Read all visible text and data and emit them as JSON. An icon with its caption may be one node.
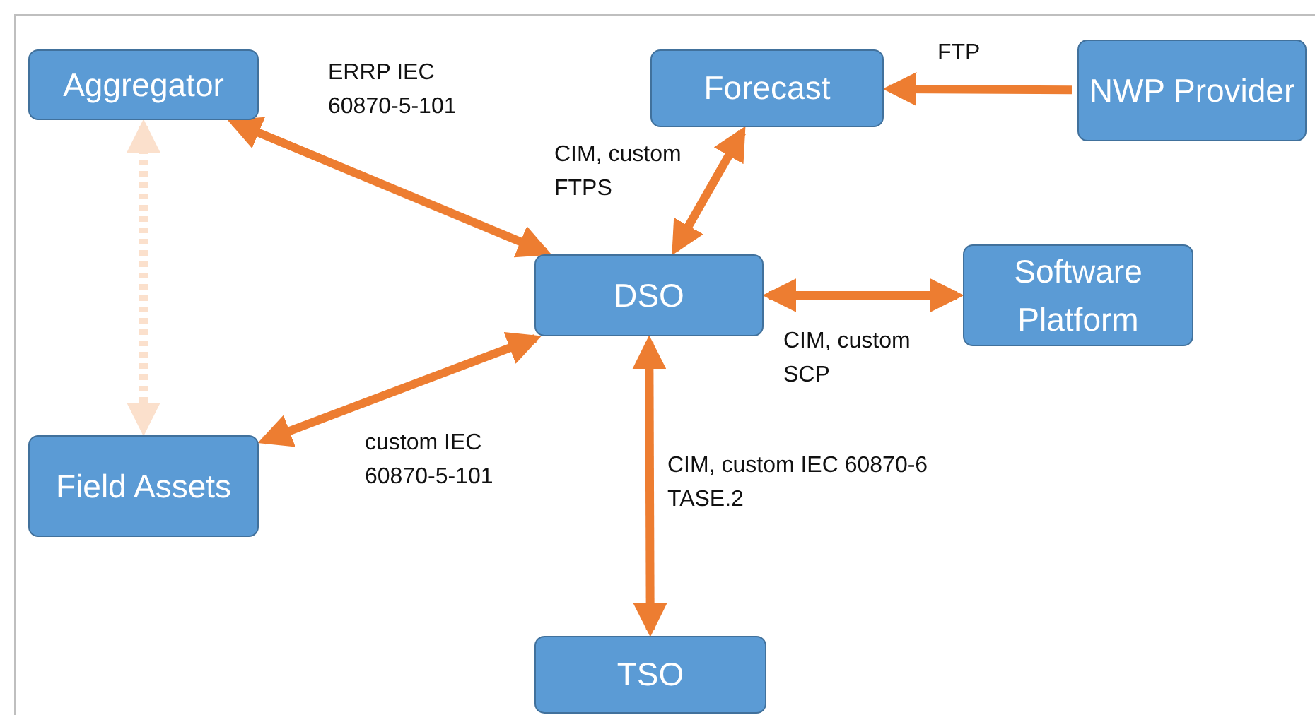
{
  "diagram": {
    "nodes": [
      {
        "text": [
          "Aggregator"
        ]
      },
      {
        "text": [
          "Forecast"
        ]
      },
      {
        "text": [
          "NWP Provider"
        ]
      },
      {
        "text": [
          "DSO"
        ]
      },
      {
        "text": [
          "Software Platform"
        ]
      },
      {
        "text": [
          "Field Assets"
        ]
      },
      {
        "text": [
          "TSO"
        ]
      }
    ],
    "edges": [
      {
        "from": 0,
        "to": 3,
        "arrow": "both",
        "label": "ERRP IEC 60870-5-101"
      },
      {
        "from": 1,
        "to": 3,
        "arrow": "both",
        "label": "CIM, custom FTPS"
      },
      {
        "from": 2,
        "to": 1,
        "arrow": "to",
        "label": "FTP"
      },
      {
        "from": 3,
        "to": 4,
        "arrow": "both",
        "label": "CIM, custom SCP"
      },
      {
        "from": 3,
        "to": 5,
        "arrow": "both",
        "label": "custom IEC 60870-5-101"
      },
      {
        "from": 3,
        "to": 6,
        "arrow": "both",
        "label": "CIM, custom IEC 60870-6 TASE.2"
      },
      {
        "from": 0,
        "to": 5,
        "arrow": "both",
        "style": "dashed",
        "color": "#fbe0cc"
      }
    ]
  }
}
